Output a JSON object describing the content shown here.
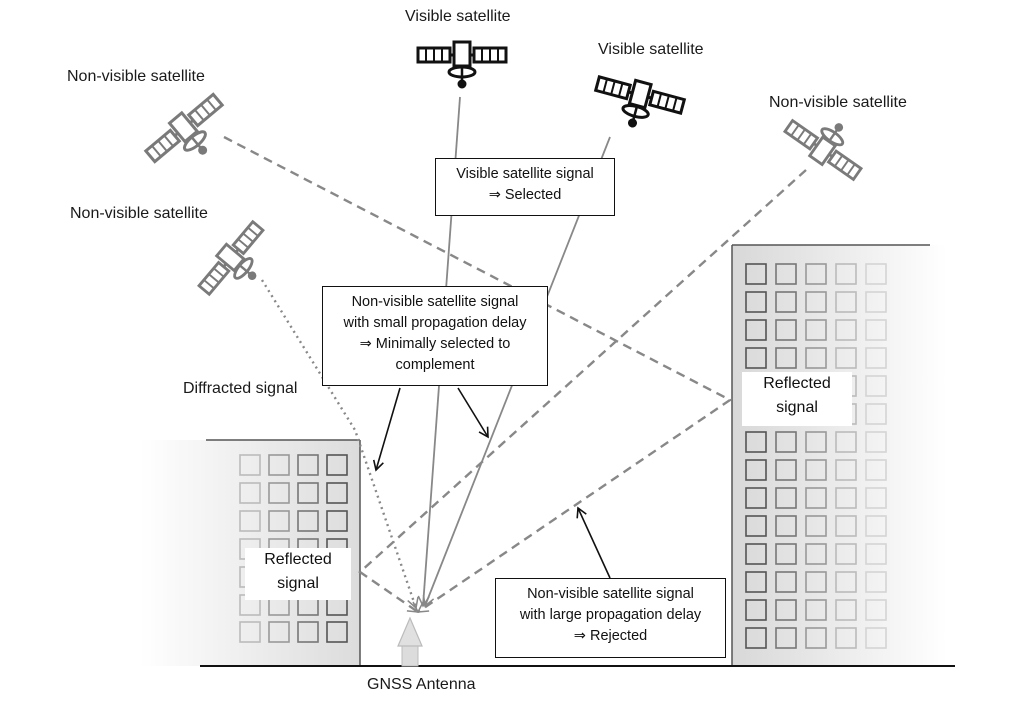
{
  "satellites": {
    "visible_1": "Visible satellite",
    "visible_2": "Visible satellite",
    "nonvisible_topleft": "Non-visible satellite",
    "nonvisible_left": "Non-visible satellite",
    "nonvisible_right": "Non-visible satellite"
  },
  "boxes": {
    "visible_signal": [
      "Visible satellite signal",
      "⇒ Selected"
    ],
    "small_delay": [
      "Non-visible satellite signal",
      "with small propagation delay",
      "⇒ Minimally selected to",
      "complement"
    ],
    "large_delay": [
      "Non-visible satellite signal",
      "with large propagation delay",
      "⇒ Rejected"
    ]
  },
  "labels": {
    "diffracted": "Diffracted signal",
    "reflected_left": [
      "Reflected",
      "signal"
    ],
    "reflected_right": [
      "Reflected",
      "signal"
    ],
    "antenna": "GNSS Antenna"
  },
  "colors": {
    "visible_icon": "#111111",
    "nonvisible_icon": "#777777",
    "signal_line": "#888888",
    "building_stroke": "#555555"
  }
}
